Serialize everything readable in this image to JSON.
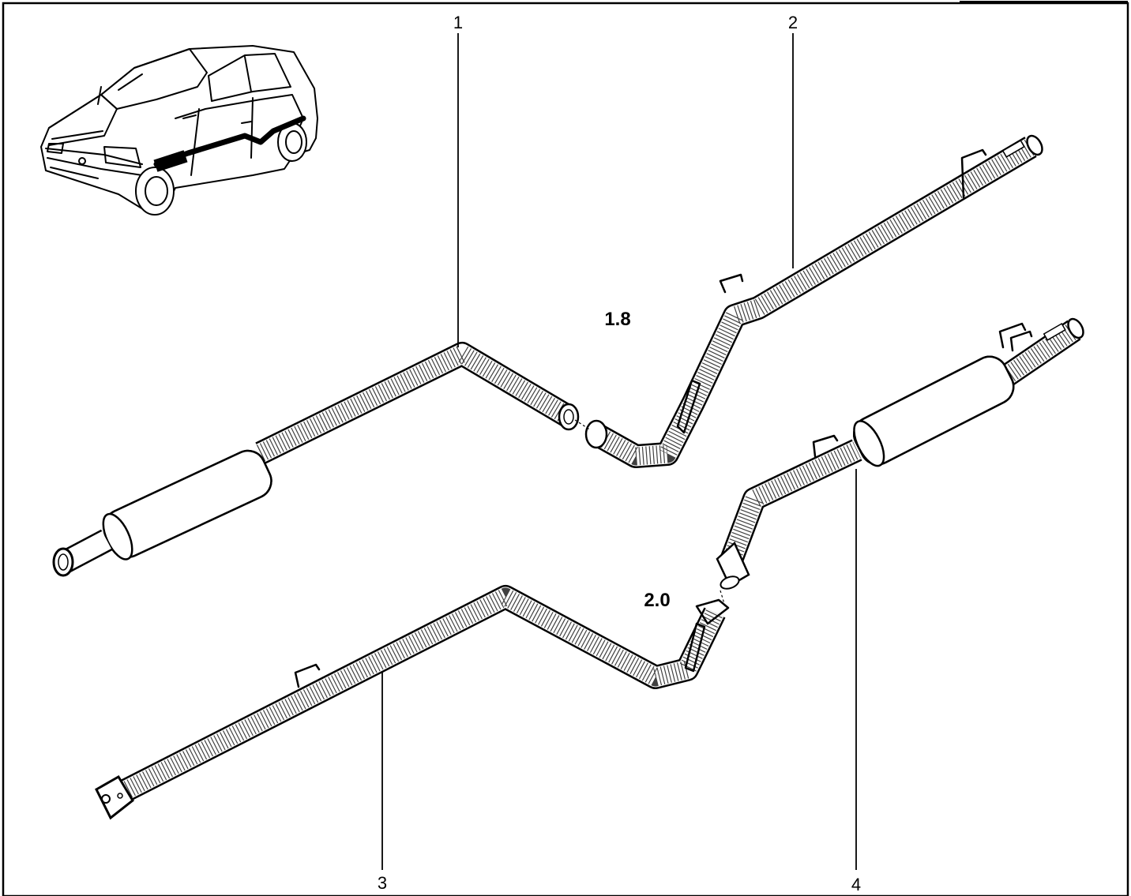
{
  "diagram": {
    "callouts": [
      {
        "id": "1",
        "label": "1"
      },
      {
        "id": "2",
        "label": "2"
      },
      {
        "id": "3",
        "label": "3"
      },
      {
        "id": "4",
        "label": "4"
      }
    ],
    "variants": [
      {
        "id": "1.8",
        "label": "1.8"
      },
      {
        "id": "2.0",
        "label": "2.0"
      }
    ],
    "colors": {
      "line": "#000000",
      "background": "#ffffff"
    }
  }
}
